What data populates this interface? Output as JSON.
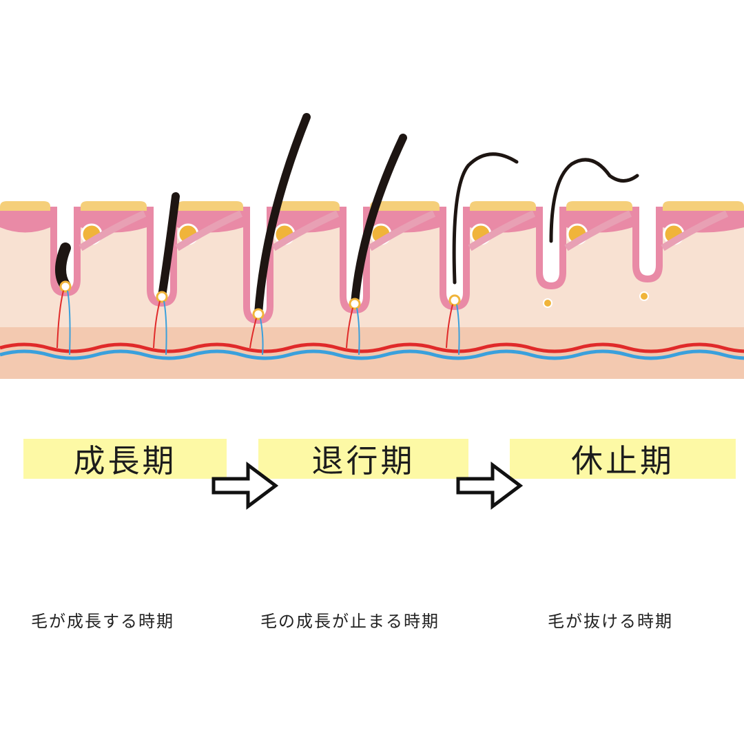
{
  "diagram": {
    "colors": {
      "skin_light": "#f8e1d2",
      "skin_deep": "#f2c4a8",
      "epidermis": "#e98aa6",
      "surface": "#f5cf7a",
      "hair": "#1d1512",
      "artery": "#e02a2a",
      "vein": "#3aa0dc",
      "gland": "#f0b43a"
    }
  },
  "phases": [
    {
      "label": "成長期",
      "description": "毛が成長する時期"
    },
    {
      "label": "退行期",
      "description": "毛の成長が止まる時期"
    },
    {
      "label": "休止期",
      "description": "毛が抜ける時期"
    }
  ],
  "arrow_icon": "right-arrow-icon"
}
